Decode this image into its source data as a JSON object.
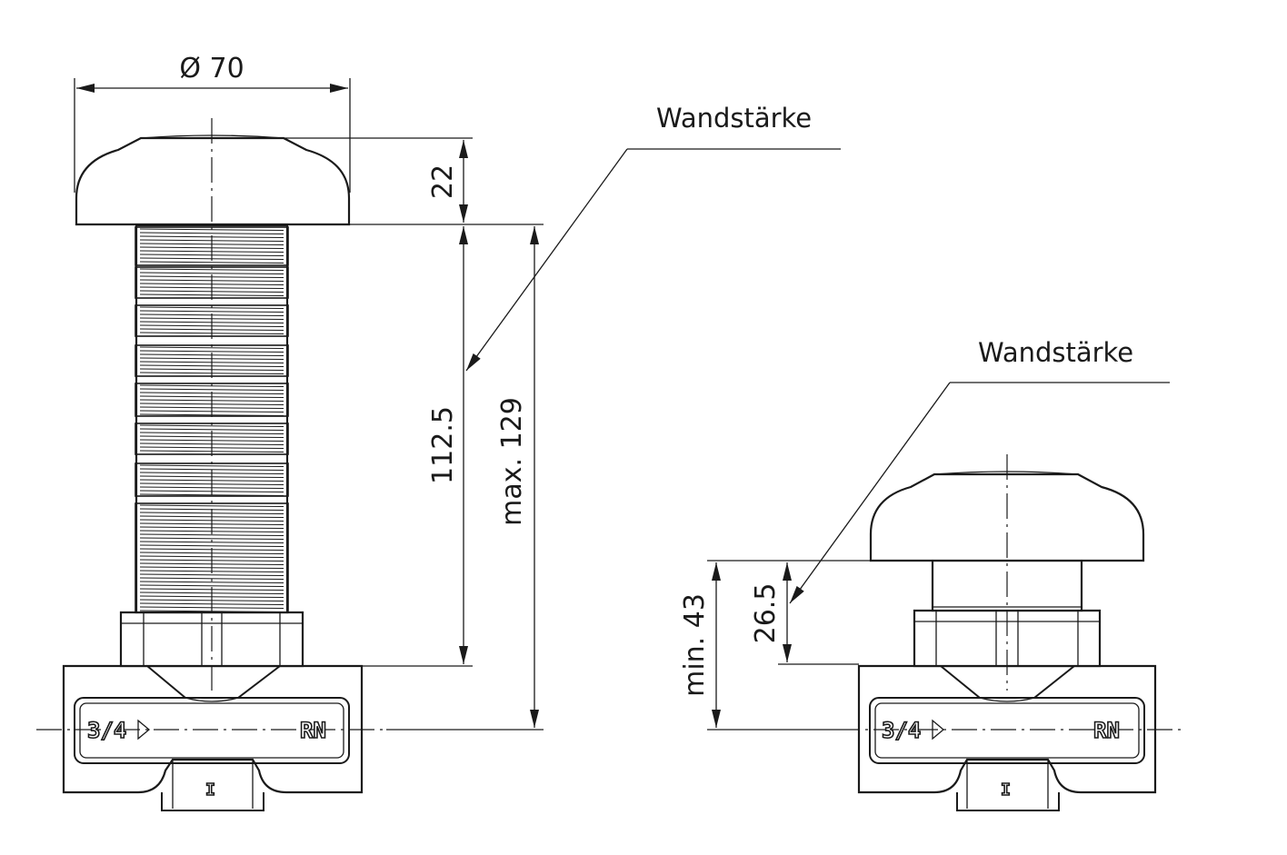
{
  "views": {
    "long": {
      "diameter_label": "Ø 70",
      "cap_height_label": "22",
      "thread_length_label": "112.5",
      "total_length_label": "max. 129",
      "wall_label": "Wandstärke",
      "body_mark_left": "3/4",
      "body_mark_right": "RN",
      "body_mark_bottom": "I"
    },
    "short": {
      "wall_label": "Wandstärke",
      "inner_label": "26.5",
      "outer_label": "min. 43",
      "body_mark_left": "3/4",
      "body_mark_right": "RN",
      "body_mark_bottom": "I"
    }
  }
}
